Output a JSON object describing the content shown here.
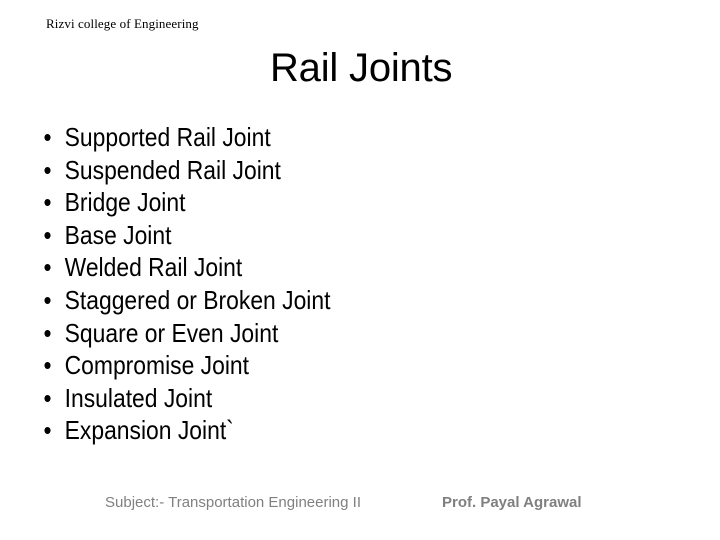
{
  "slide": {
    "org_header": "Rizvi college of Engineering",
    "title": "Rail Joints",
    "bullet_marker": "•",
    "bullets": [
      {
        "label": "Supported Rail Joint"
      },
      {
        "label": "Suspended Rail Joint"
      },
      {
        "label": "Bridge Joint"
      },
      {
        "label": "Base Joint"
      },
      {
        "label": "Welded Rail Joint"
      },
      {
        "label": "Staggered or Broken Joint"
      },
      {
        "label": "Square or Even Joint"
      },
      {
        "label": "Compromise Joint"
      },
      {
        "label": "Insulated Joint"
      },
      {
        "label": "Expansion Joint`"
      }
    ],
    "footer": {
      "subject": "Subject:- Transportation Engineering II",
      "author": "Prof. Payal Agrawal"
    },
    "colors": {
      "background": "#ffffff",
      "text": "#000000",
      "footer_text": "#808080"
    }
  }
}
